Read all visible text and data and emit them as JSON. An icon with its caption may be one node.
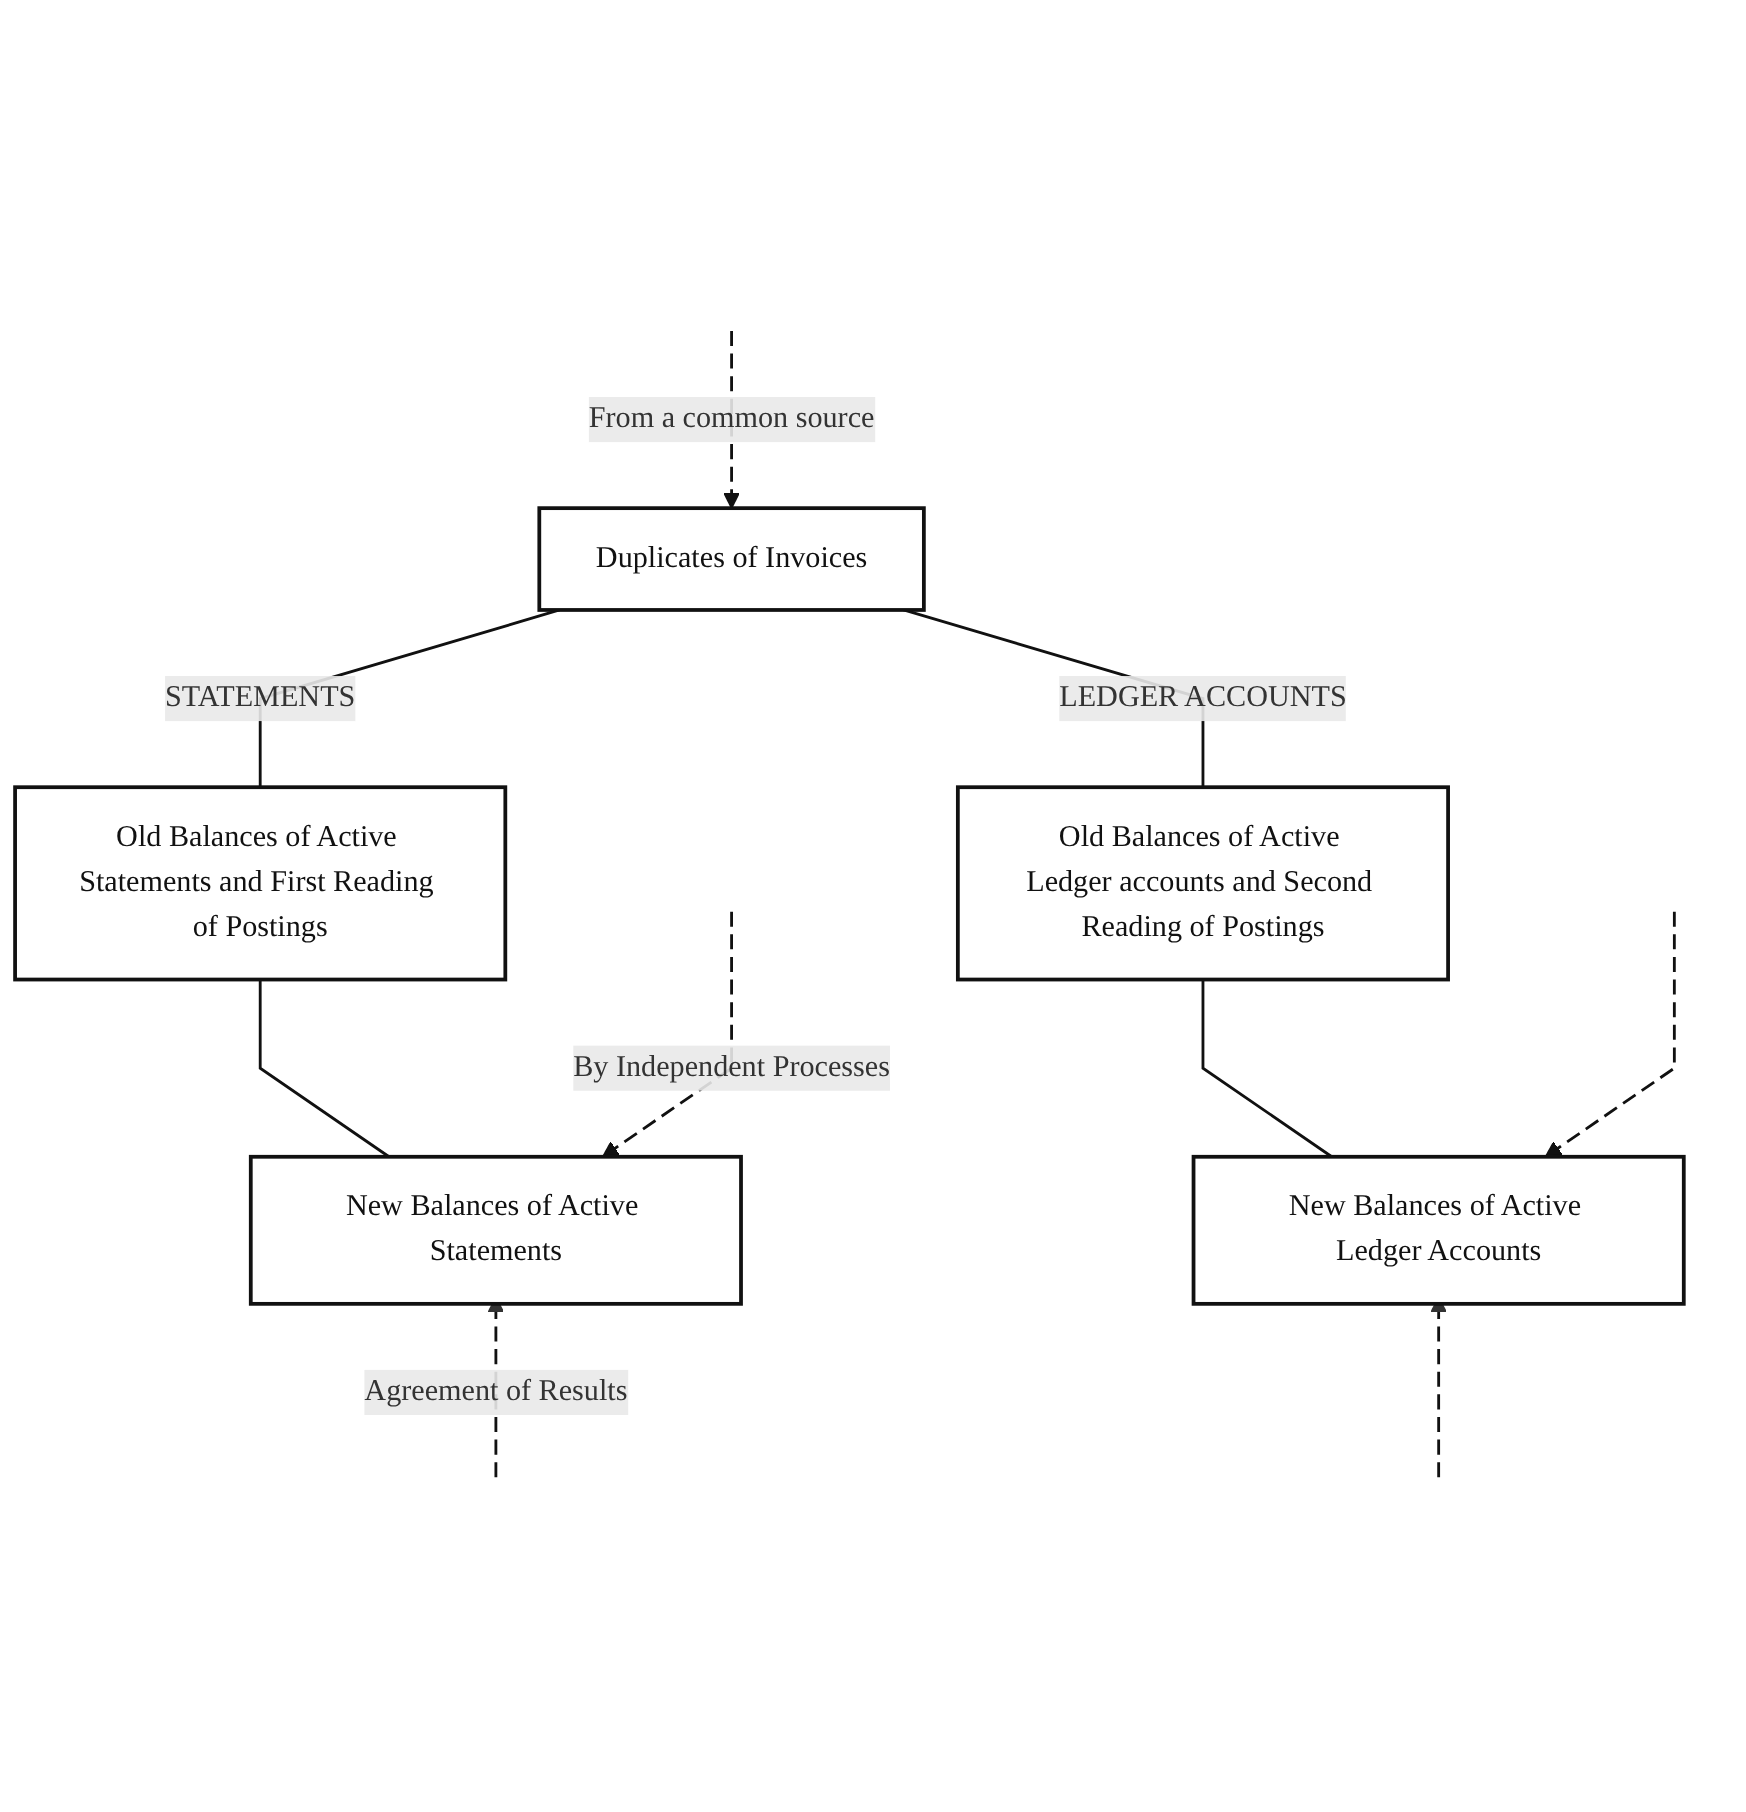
{
  "diagram": {
    "nodes": [
      {
        "text": [
          "Duplicates of Invoices"
        ]
      },
      {
        "text": [
          "Old Balances of Active Statements and First Reading of Postings"
        ]
      },
      {
        "text": [
          "Old Balances of Active Ledger accounts and Second Reading of Postings"
        ]
      },
      {
        "text": [
          "New Balances of Active Statements"
        ]
      },
      {
        "text": [
          "New Balances of Active Ledger Accounts"
        ]
      }
    ],
    "edges": [
      {
        "from": null,
        "to": 0,
        "arrow": "to",
        "style": "dashed",
        "label": "From a common source"
      },
      {
        "from": 0,
        "to": 1,
        "arrow": "none",
        "label": "STATEMENTS"
      },
      {
        "from": 0,
        "to": 2,
        "arrow": "none",
        "label": "LEDGER ACCOUNTS"
      },
      {
        "from": 1,
        "to": 3,
        "arrow": "none"
      },
      {
        "from": 2,
        "to": 4,
        "arrow": "none"
      },
      {
        "from": null,
        "to": 3,
        "arrow": "to",
        "style": "dashed",
        "label": "By Independent Processes"
      },
      {
        "from": null,
        "to": 4,
        "arrow": "to",
        "style": "dashed"
      },
      {
        "from": null,
        "to": 3,
        "arrow": "to",
        "style": "dashed",
        "label": "Agreement of Results"
      },
      {
        "from": null,
        "to": 4,
        "arrow": "to",
        "style": "dashed"
      }
    ]
  }
}
